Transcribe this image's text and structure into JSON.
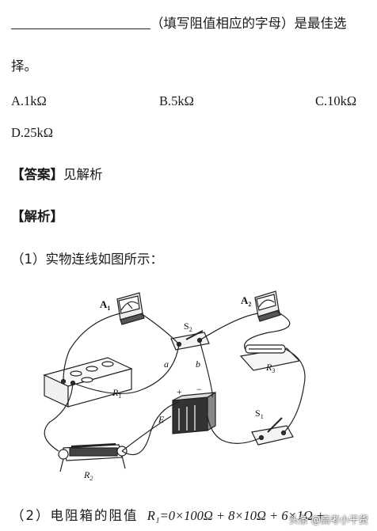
{
  "line1_text": "（填写阻值相应的字母）是最佳选",
  "line2_text": "择。",
  "options": {
    "a": "A.1kΩ",
    "b": "B.5kΩ",
    "c": "C.10kΩ",
    "d": "D.25kΩ"
  },
  "answer": {
    "tag": "【答案】",
    "text": "见解析"
  },
  "analysis_tag": "【解析】",
  "step1": "（1）实物连线如图所示：",
  "diagram_labels": {
    "a1": "A",
    "a1_sub": "1",
    "a2": "A",
    "a2_sub": "2",
    "s2": "S",
    "s2_sub": "2",
    "s1": "S",
    "s1_sub": "1",
    "r1": "R",
    "r1_sub": "1",
    "r2": "R",
    "r2_sub": "2",
    "r3": "R",
    "r3_sub": "3",
    "e": "E",
    "a": "a",
    "b": "b",
    "plus": "+",
    "minus": "−"
  },
  "step2": {
    "prefix": "（2）电阻箱的阻值",
    "formula": "R₁=0×100Ω + 8×10Ω + 6×1Ω +"
  },
  "watermark": "头条 @高考小干货"
}
